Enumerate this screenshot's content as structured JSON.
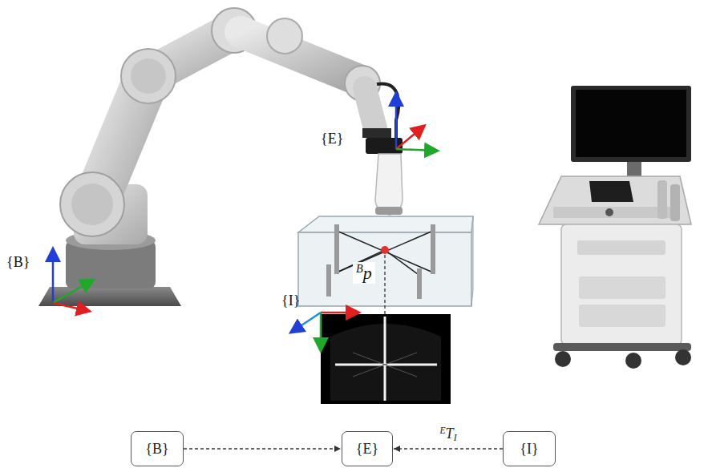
{
  "diagram": {
    "nodes": [
      {
        "text": [
          "{B}"
        ]
      },
      {
        "text": [
          "{E}"
        ]
      },
      {
        "text": [
          "{I}"
        ]
      }
    ],
    "edges": [
      {
        "from": 0,
        "to": 1,
        "arrow": "to"
      },
      {
        "from": 2,
        "to": 1,
        "label": "ETI",
        "arrow": "to"
      }
    ],
    "labels": [
      "{E}",
      "{B}",
      "Bp",
      "{I}"
    ]
  }
}
